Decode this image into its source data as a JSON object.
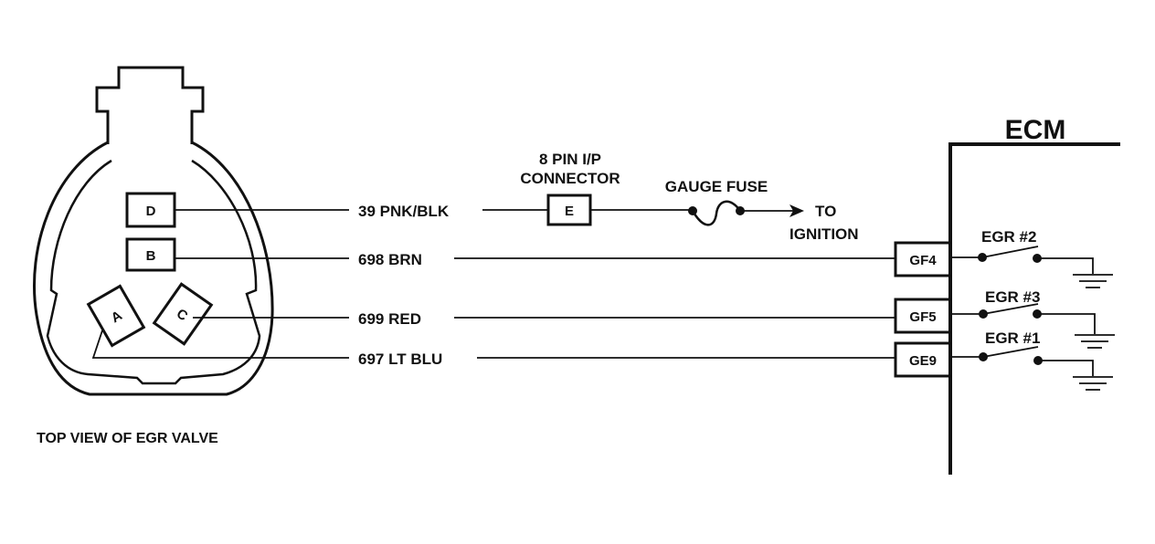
{
  "valve": {
    "caption": "TOP VIEW OF EGR VALVE",
    "pins": [
      "D",
      "B",
      "A",
      "C"
    ]
  },
  "connector": {
    "title_line1": "8 PIN I/P",
    "title_line2": "CONNECTOR",
    "pin": "E"
  },
  "fuse": {
    "label": "GAUGE FUSE",
    "to_line1": "TO",
    "to_line2": "IGNITION"
  },
  "wires": [
    {
      "label": "39 PNK/BLK"
    },
    {
      "label": "698 BRN"
    },
    {
      "label": "699 RED"
    },
    {
      "label": "697 LT BLU"
    }
  ],
  "ecm": {
    "title": "ECM",
    "pins": [
      "GF4",
      "GF5",
      "GE9"
    ],
    "switches": [
      "EGR #2",
      "EGR #3",
      "EGR #1"
    ]
  }
}
